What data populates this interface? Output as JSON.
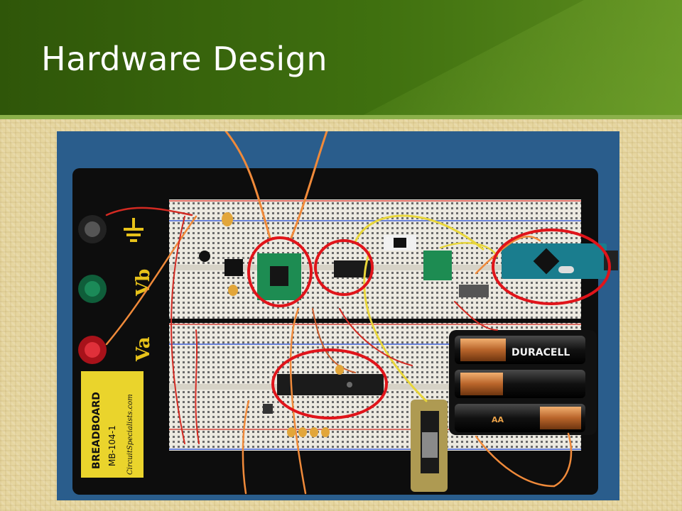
{
  "slide": {
    "title": "Hardware Design"
  },
  "photo": {
    "binding_post_labels": [
      "Va",
      "Vb"
    ],
    "ground_symbol": "ground-icon",
    "breadboard_brand": "BREADBOARD",
    "breadboard_model": "MB-104-1",
    "breadboard_site": "CircuitSpecialists.com",
    "battery_brand": "DURACELL",
    "battery_type": "AA",
    "highlight_count": 4
  },
  "colors": {
    "header_green": "#3f700f",
    "photo_background_blue": "#2a5d8c",
    "annotation_red": "#e0141a",
    "wire_orange": "#f08a3a",
    "wire_yellow": "#e8d63a"
  }
}
